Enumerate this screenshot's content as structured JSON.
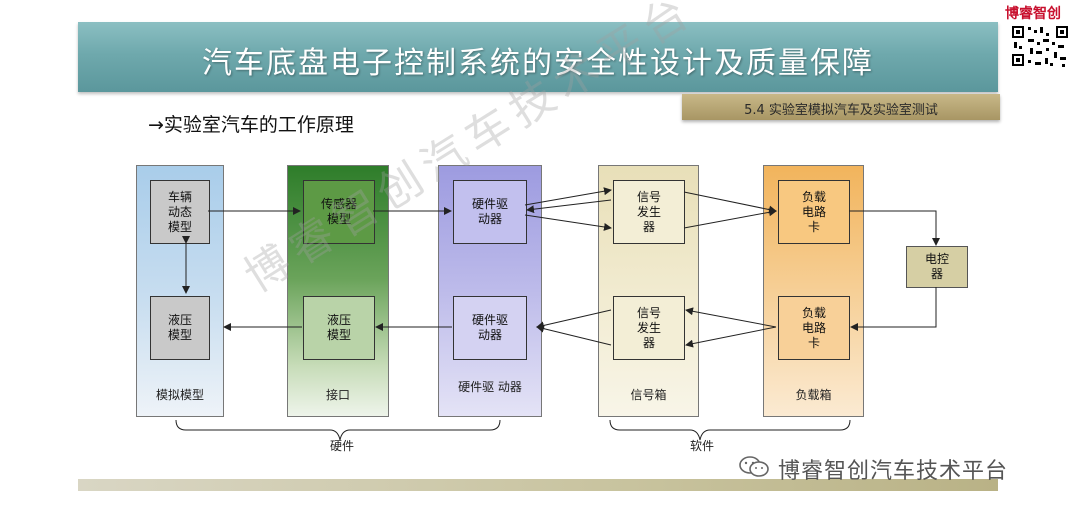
{
  "banner_title": "汽车底盘电子控制系统的安全性设计及质量保障",
  "logo_text": "博睿智创",
  "section_badge": "5.4 实验室模拟汽车及实验室测试",
  "subtitle": "→实验室汽车的工作原理",
  "watermark": "博睿智创汽车技术平台",
  "footer_text": "博睿智创汽车技术平台",
  "columns": [
    {
      "label": "模拟模型",
      "boxes": [
        "车辆\n动态\n模型",
        "液压\n模型"
      ]
    },
    {
      "label": "接口",
      "boxes": [
        "传感器\n模型",
        "液压\n模型"
      ]
    },
    {
      "label": "硬件驱\n动器",
      "boxes": [
        "硬件驱\n动器",
        "硬件驱\n动器"
      ]
    },
    {
      "label": "信号箱",
      "boxes": [
        "信号\n发生\n器",
        "信号\n发生\n器"
      ]
    },
    {
      "label": "负载箱",
      "boxes": [
        "负载\n电路\n卡",
        "负载\n电路\n卡"
      ]
    }
  ],
  "ecu_box": "电控\n器",
  "brace_hardware": "硬件",
  "brace_software": "软件"
}
